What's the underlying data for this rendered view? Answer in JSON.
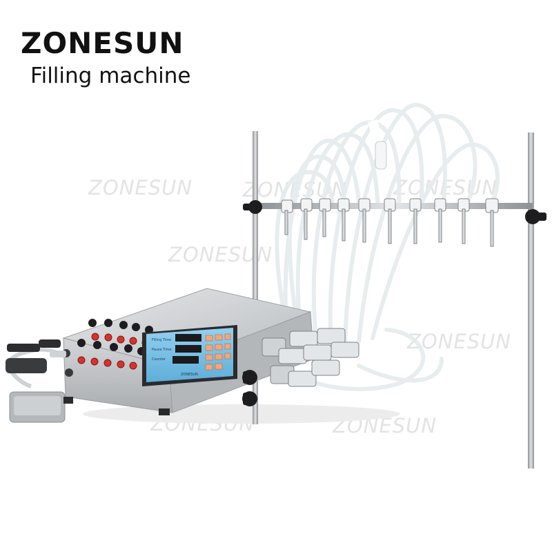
{
  "brand": "ZONESUN",
  "subtitle": "Filling machine",
  "watermark": "ZONESUN",
  "colors": {
    "body_steel": "#c9cccf",
    "panel_blue": "#7ec3ea",
    "button_red": "#d8322c",
    "knob_black": "#1d1d1f",
    "tube": "#e9edf0"
  },
  "panel": {
    "heading": "Filling Time",
    "row2": "Pause Time",
    "row3": "Counter",
    "footer": "ZONESUN"
  }
}
